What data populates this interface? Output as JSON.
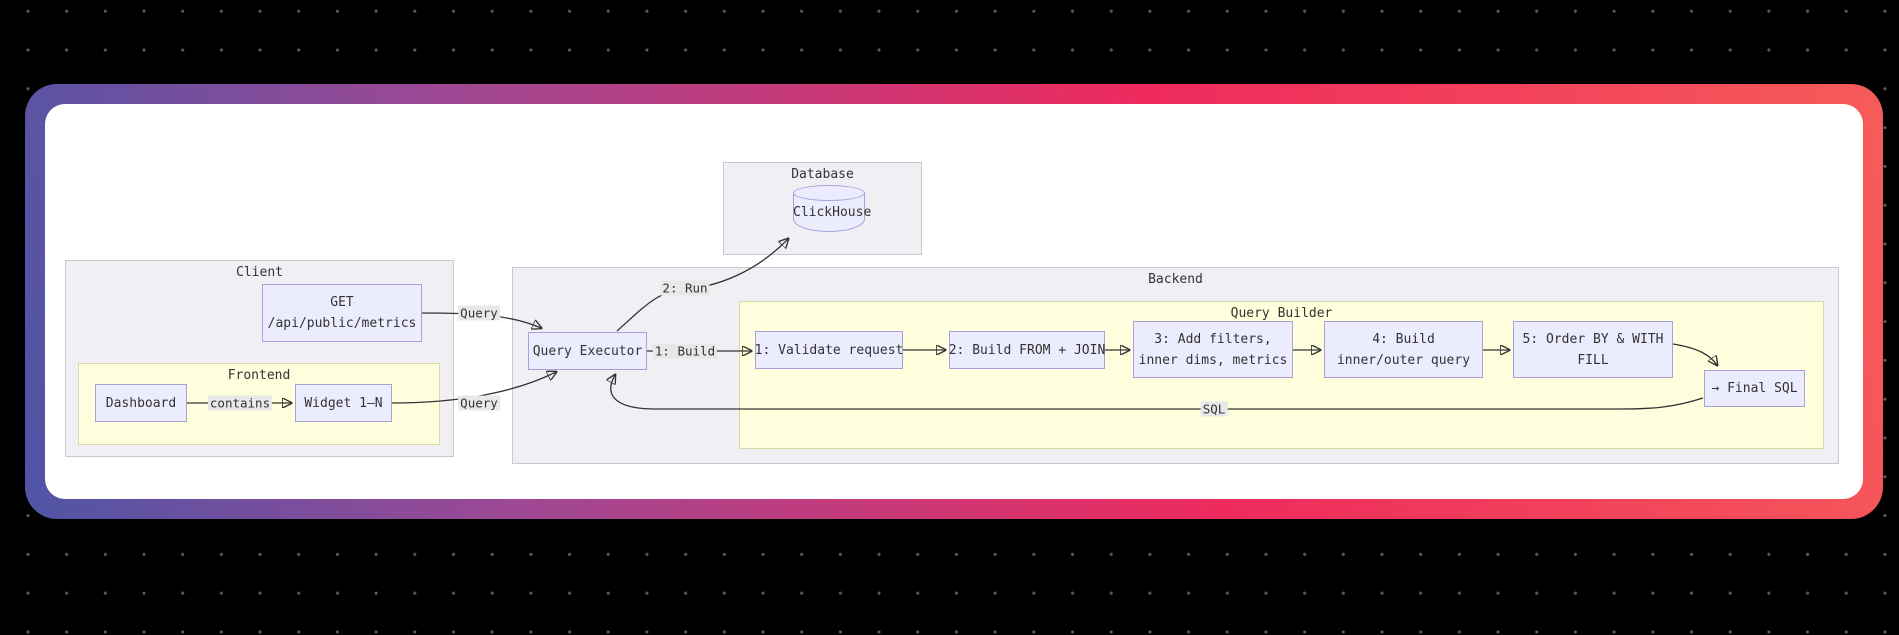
{
  "background": {
    "dot_color": "#5d5d66"
  },
  "card": {
    "gradient": [
      "#4f55a6",
      "#9c4894",
      "#ee2a5d",
      "#f65b59"
    ],
    "panel_color": "#ffffff"
  },
  "diagram": {
    "clusters": {
      "database": {
        "label": "Database"
      },
      "client": {
        "label": "Client"
      },
      "frontend": {
        "label": "Frontend"
      },
      "backend": {
        "label": "Backend"
      },
      "query_builder": {
        "label": "Query Builder"
      }
    },
    "nodes": {
      "clickhouse": {
        "label": "ClickHouse"
      },
      "get_endpoint": {
        "line1": "GET",
        "line2": "/api/public/metrics"
      },
      "dashboard": {
        "label": "Dashboard"
      },
      "widget": {
        "label": "Widget 1–N"
      },
      "query_executor": {
        "label": "Query Executor"
      },
      "step1": {
        "label": "1: Validate request"
      },
      "step2": {
        "label": "2: Build FROM + JOIN"
      },
      "step3": {
        "line1": "3: Add filters,",
        "line2": "inner dims, metrics"
      },
      "step4": {
        "line1": "4: Build",
        "line2": "inner/outer query"
      },
      "step5": {
        "line1": "5: Order BY & WITH",
        "line2": "FILL"
      },
      "final_sql": {
        "label": "→ Final SQL"
      }
    },
    "edge_labels": {
      "query_get": "Query",
      "query_widget": "Query",
      "contains": "contains",
      "run": "2: Run",
      "build": "1: Build",
      "sql": "SQL"
    },
    "colors": {
      "node_fill": "#ECECFF",
      "node_border": "#aa9fd8",
      "cluster_fill": "#f0f0f4",
      "cluster_border": "#c8c8cf",
      "inner_cluster_fill": "#FFFFDE",
      "inner_cluster_border": "#d9d9a6",
      "edge": "#333333",
      "edge_label_bg": "#e8e8e8"
    }
  }
}
